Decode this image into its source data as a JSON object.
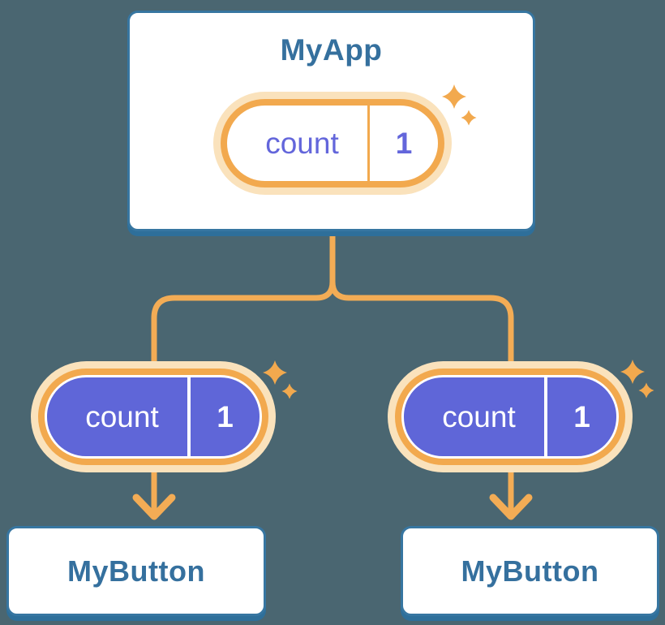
{
  "colors": {
    "background": "#4A6671",
    "card_bg": "#FFFFFF",
    "card_border": "#3776A1",
    "card_shadow": "#2E6F9A",
    "heading": "#35709E",
    "accent_orange": "#F3AC55",
    "ring_orange": "#F2A94E",
    "halo": "#FAE2BC",
    "pill_purple": "#5F66D8",
    "pill_text_purple": "#6366DB",
    "pill_text_white": "#FFFFFF"
  },
  "icons": {
    "sparkle": "four-point-star"
  },
  "diagram": {
    "root": {
      "title": "MyApp",
      "state": {
        "name": "count",
        "value": "1"
      }
    },
    "children": [
      {
        "title": "MyButton",
        "prop": {
          "name": "count",
          "value": "1"
        }
      },
      {
        "title": "MyButton",
        "prop": {
          "name": "count",
          "value": "1"
        }
      }
    ]
  }
}
